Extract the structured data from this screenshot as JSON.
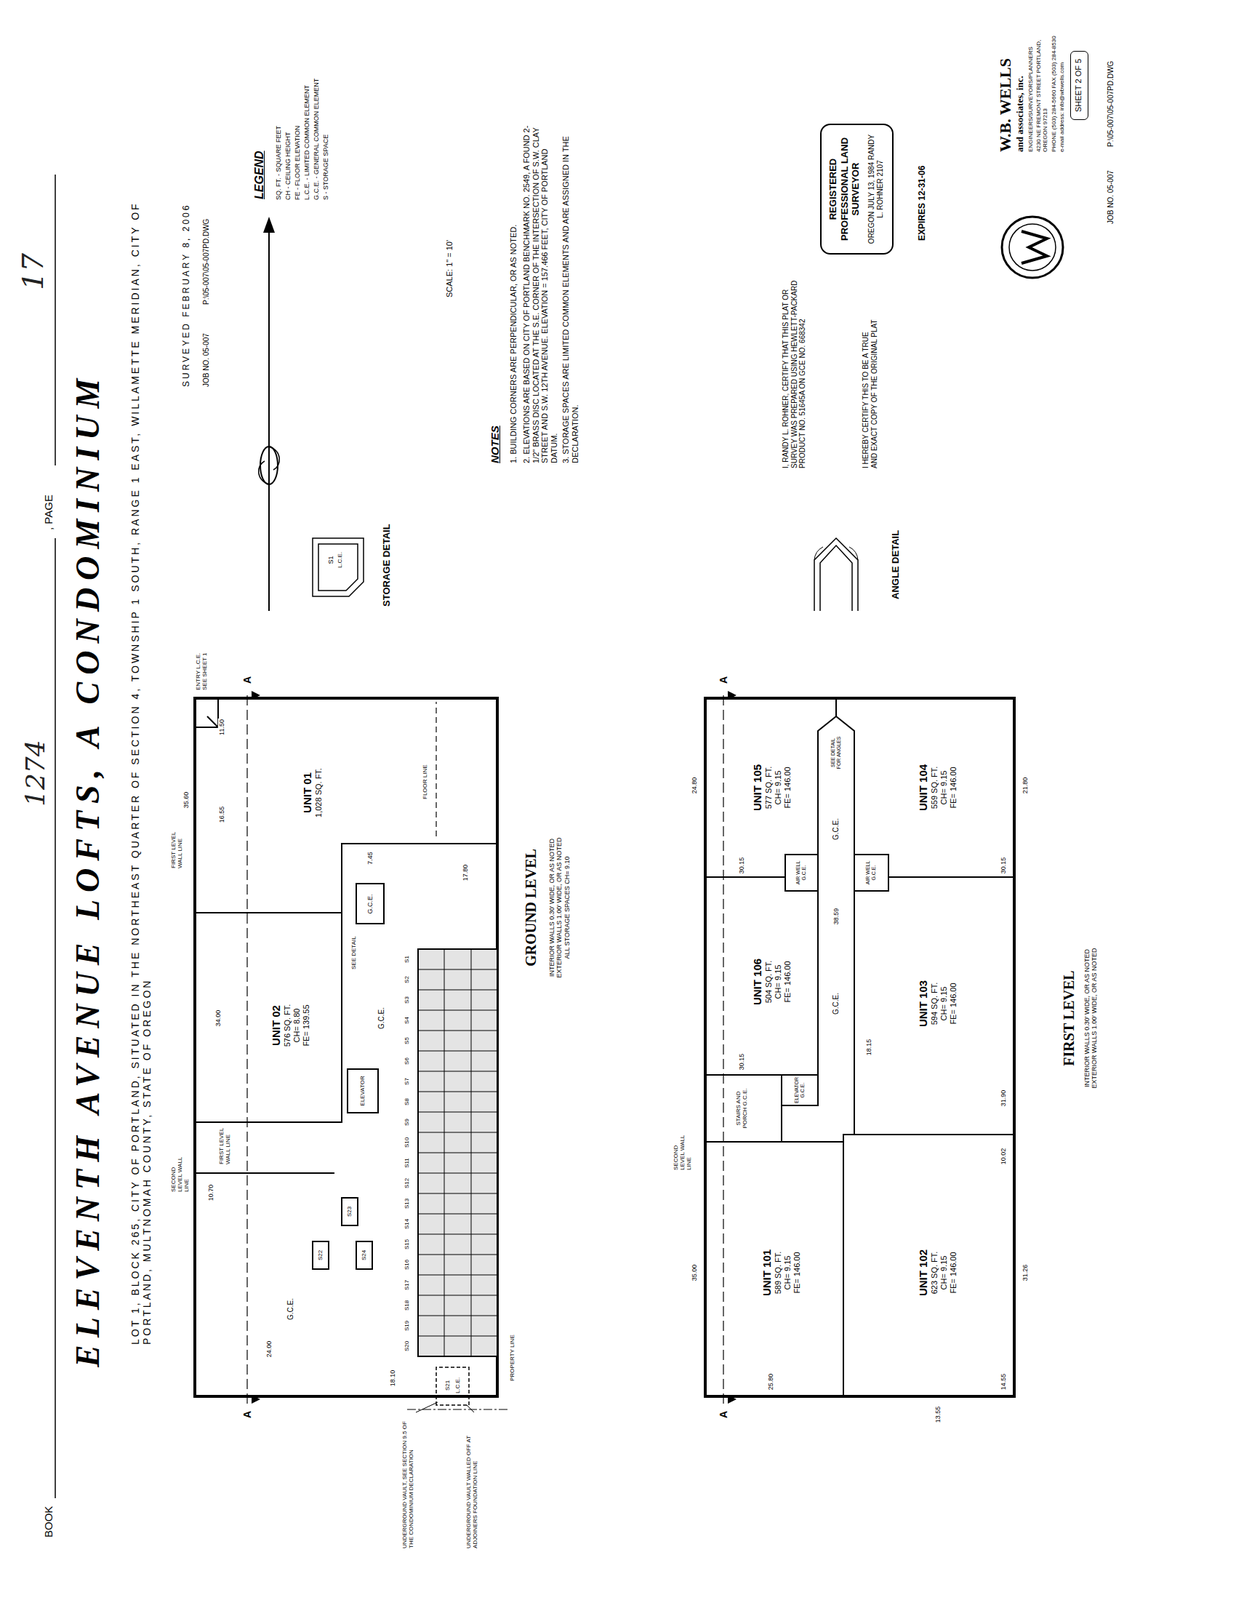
{
  "diagram": {
    "title": "ELEVENTH AVENUE LOFTS, A CONDOMINIUM",
    "nodes": [
      {
        "text": [
          "UNIT 01",
          "1,028 SQ. FT."
        ]
      },
      {
        "text": [
          "UNIT 02",
          "576 SQ. FT.",
          "CH= 8.80",
          "FE= 139.55"
        ]
      },
      {
        "text": [
          "UNIT 105",
          "577 SQ. FT.",
          "CH= 9.15",
          "FE= 146.00"
        ]
      },
      {
        "text": [
          "UNIT 104",
          "559 SQ. FT.",
          "CH= 9.15",
          "FE= 146.00"
        ]
      },
      {
        "text": [
          "UNIT 106",
          "504 SQ. FT.",
          "CH= 9.15",
          "FE= 146.00"
        ]
      },
      {
        "text": [
          "UNIT 103",
          "594 SQ. FT.",
          "CH= 9.15",
          "FE= 146.00"
        ]
      },
      {
        "text": [
          "UNIT 101",
          "589 SQ. FT.",
          "CH= 9.15",
          "FE= 146.00"
        ]
      },
      {
        "text": [
          "UNIT 102",
          "623 SQ. FT.",
          "CH= 9.15",
          "FE= 146.00"
        ]
      },
      {
        "text": [
          "REGISTERED PROFESSIONAL LAND SURVEYOR",
          "OREGON JULY 13, 1984 RANDY L. ROHNER 2107"
        ]
      },
      {
        "text": [
          "SHEET 2 OF 5"
        ]
      }
    ],
    "labels": [
      "BOOK",
      "1274",
      ", PAGE",
      "17",
      "LOT 1, BLOCK 265, CITY OF PORTLAND, SITUATED IN THE NORTHEAST QUARTER OF SECTION 4, TOWNSHIP 1 SOUTH, RANGE 1 EAST, WILLAMETTE MERIDIAN, CITY OF PORTLAND, MULTNOMAH COUNTY, STATE OF OREGON",
      "SURVEYED FEBRUARY 8, 2006",
      "JOB NO. 05-007",
      "P:\\05-007\\05-007PD.DWG",
      "LEGEND",
      "SCALE: 1\" = 10'",
      "NOTES",
      "1. BUILDING CORNERS ARE PERPENDICULAR, OR AS NOTED.",
      "2. ELEVATIONS ARE BASED ON CITY OF PORTLAND BENCHMARK NO. 2549, A FOUND 2-1/2\" BRASS DISC LOCATED AT THE S.E. CORNER OF THE INTERSECTION OF S.W. CLAY STREET AND S.W. 12TH AVENUE. ELEVATION = 157.466 FEET, CITY OF PORTLAND DATUM.",
      "3. STORAGE SPACES ARE LIMITED COMMON ELEMENTS AND ARE ASSIGNED IN THE DECLARATION.",
      "STORAGE DETAIL",
      "ANGLE DETAIL",
      "GROUND LEVEL",
      "INTERIOR WALLS 0.30' WIDE, OR AS NOTED EXTERIOR WALLS 1.00' WIDE, OR AS NOTED ALL STORAGE SPACES CH= 9.10",
      "FIRST LEVEL",
      "INTERIOR WALLS 0.30' WIDE, OR AS NOTED EXTERIOR WALLS 1.00' WIDE, OR AS NOTED",
      "I, RANDY L. ROHNER, CERTIFY THAT THIS PLAT OR SURVEY WAS PREPARED USING HEWLETT-PACKARD PRODUCT NO. 51645A ON GCE NO. 668342",
      "I HEREBY CERTIFY THIS TO BE A TRUE AND EXACT COPY OF THE ORIGINAL PLAT",
      "EXPIRES 12-31-06",
      "W.B. WELLS",
      "and associates, inc.",
      "ENGINEERS/SURVEYORS/PLANNERS",
      "4230 NE FREMONT STREET PORTLAND, OREGON 97213",
      "PHONE (503) 284-5660 FAX (503) 284-8530",
      "e-mail address: info@wbwells.com",
      "JOB NO. 05-007",
      "P:\\05-007\\05-007PD.DWG",
      "ENTRY L.C.E. SEE SHEET 1",
      "FIRST LEVEL WALL LINE",
      "SECOND LEVEL WALL LINE",
      "FIRST LEVEL WALL LINE",
      "FLOOR LINE",
      "ELEVATOR",
      "G.C.E.",
      "G.C.E.",
      "G.C.E.",
      "A",
      "A",
      "A",
      "A",
      "UNDERGROUND VAULT, SEE SECTION 9.5 OF THE CONDOMINIUM DECLARATION",
      "UNDERGROUND VAULT WALLED OFF AT ADJOINERS FOUNDATION LINE",
      "PROPERTY LINE",
      "SEE DETAIL",
      "S1",
      "S2",
      "S3",
      "S4",
      "S5",
      "S6",
      "S7",
      "S8",
      "S9",
      "S10",
      "S11",
      "S12",
      "S13",
      "S14",
      "S15",
      "S16",
      "S17",
      "S18",
      "S19",
      "S20",
      "S21",
      "L.C.E.",
      "S22",
      "S23",
      "S24",
      "35.60",
      "11.50",
      "16.55",
      "34.00",
      "10.70",
      "24.00",
      "18.10",
      "17.80",
      "7.45",
      "SECOND LEVEL WALL LINE",
      "STAIRS AND PORCH G.C.E.",
      "ELEVATOR G.C.E.",
      "AIR WELL G.C.E.",
      "AIR WELL G.C.E.",
      "G.C.E.",
      "G.C.E.",
      "SEE DETAIL FOR ANGLES",
      "38.59",
      "24.80",
      "21.80",
      "35.00",
      "31.26",
      "30.15",
      "30.15",
      "30.15",
      "31.90",
      "25.80",
      "14.55",
      "13.55",
      "18.15",
      "10.02",
      "S1",
      "L.C.E."
    ],
    "legend": [
      {
        "text": "SQ. FT. - SQUARE FEET"
      },
      {
        "text": "CH - CEILING HEIGHT"
      },
      {
        "text": "FE - FLOOR ELEVATION"
      },
      {
        "text": "L.C.E. - LIMITED COMMON ELEMENT"
      },
      {
        "text": "G.C.E. - GENERAL COMMON ELEMENT"
      },
      {
        "text": "S - STORAGE SPACE"
      }
    ]
  }
}
